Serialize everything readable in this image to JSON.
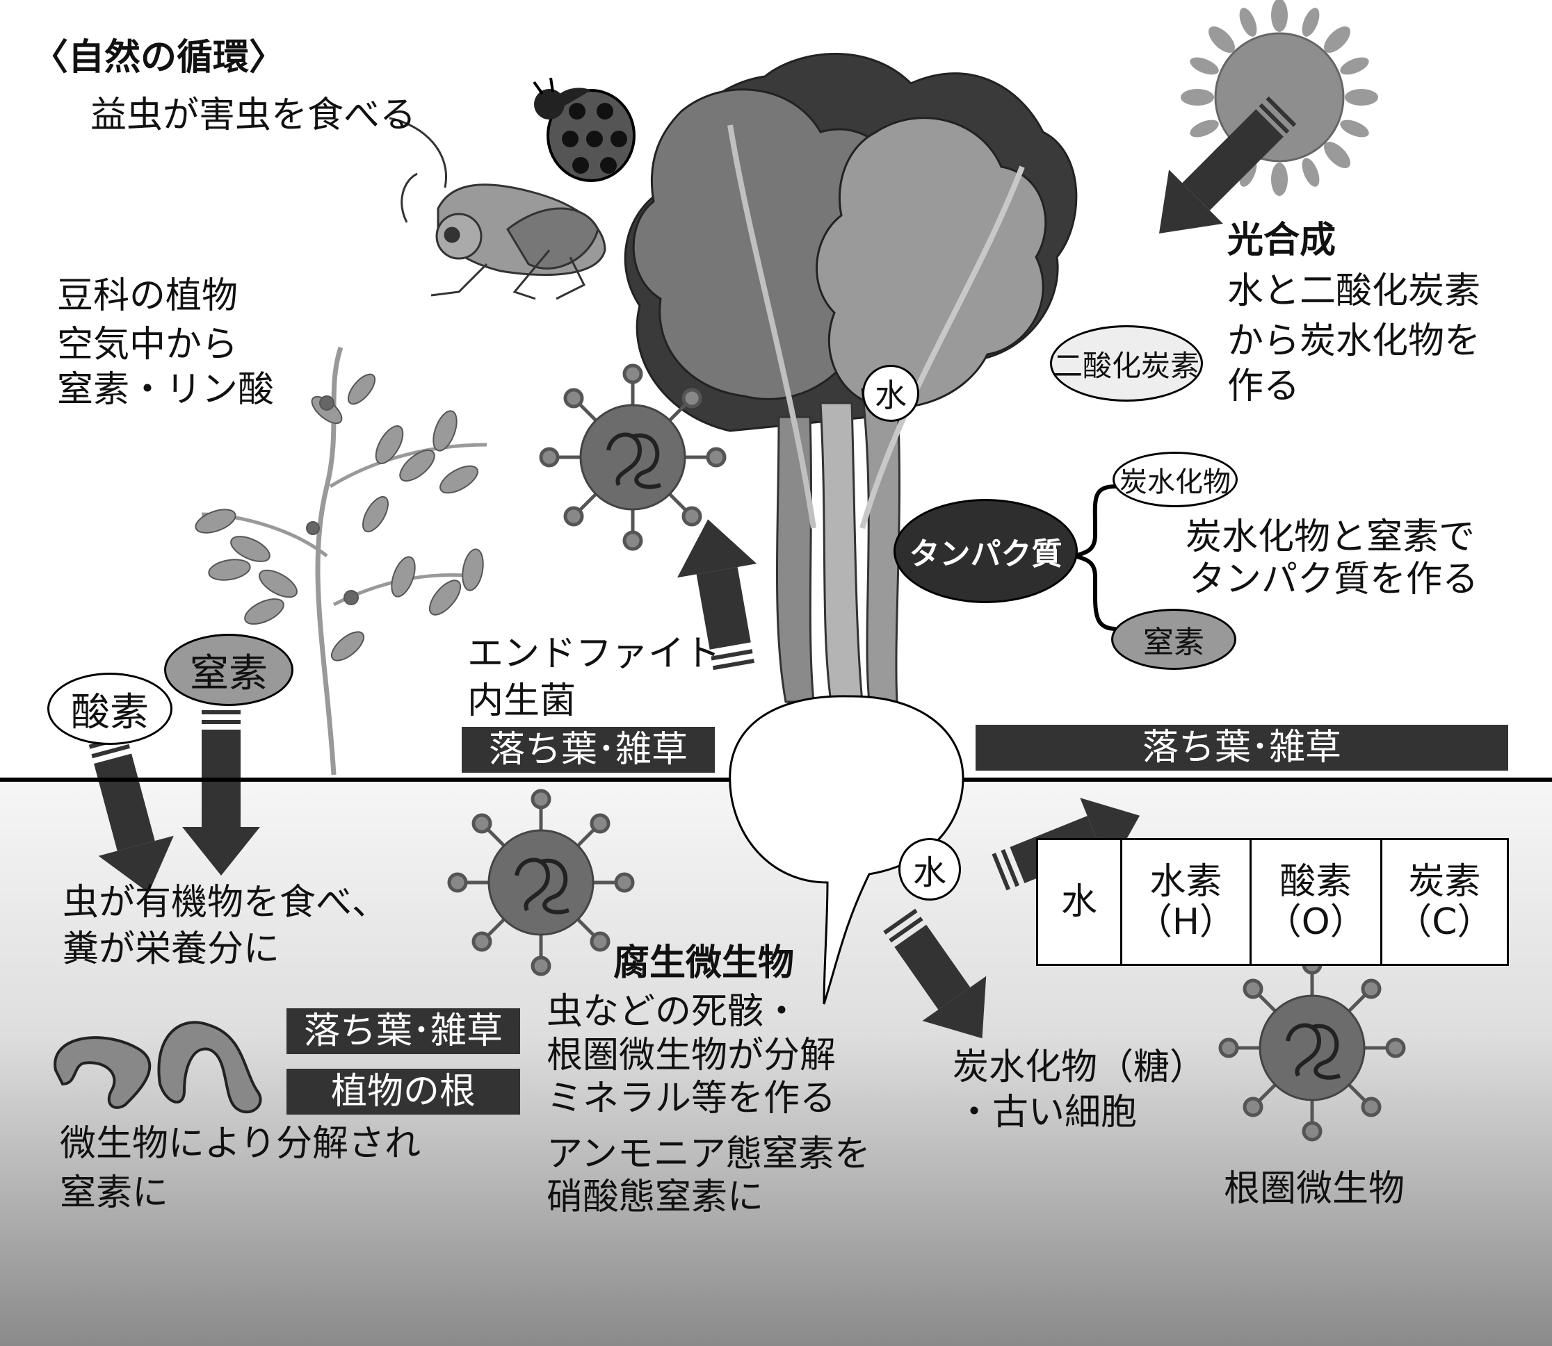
{
  "title": "〈自然の循環〉",
  "beneficial_insects": "益虫が害虫を食べる",
  "legume": {
    "line1": "豆科の植物",
    "line2": "空気中から",
    "line3": "窒素・リン酸"
  },
  "photosynthesis": {
    "heading": "光合成",
    "line1": "水と二酸化炭素",
    "line2": "から炭水化物を",
    "line3": "作る"
  },
  "labels": {
    "co2": "二酸化炭素",
    "water": "水",
    "carbohydrate": "炭水化物",
    "protein": "タンパク質",
    "nitrogen": "窒素",
    "oxygen": "酸素"
  },
  "protein_note": {
    "line1": "炭水化物と窒素で",
    "line2": "タンパク質を作る"
  },
  "endophyte": {
    "line1": "エンドファイト",
    "line2": "内生菌"
  },
  "litter_bar": "落ち葉･雑草",
  "roots_bar": "植物の根",
  "element_table": {
    "cells": [
      {
        "line1": "水",
        "line2": ""
      },
      {
        "line1": "水素",
        "line2": "（H）"
      },
      {
        "line1": "酸素",
        "line2": "（O）"
      },
      {
        "line1": "炭素",
        "line2": "（C）"
      }
    ]
  },
  "insects_eat": {
    "line1": "虫が有機物を食べ、",
    "line2": "糞が栄養分に"
  },
  "decomposition": {
    "line1": "微生物により分解され",
    "line2": "窒素に"
  },
  "saprophytes": {
    "heading": "腐生微生物",
    "line1": "虫などの死骸・",
    "line2": "根圏微生物が分解",
    "line3": "ミネラル等を作る",
    "line4": "アンモニア態窒素を",
    "line5": "硝酸態窒素に"
  },
  "root_exudate": {
    "line1": "炭水化物（糖）",
    "line2": "・古い細胞"
  },
  "rhizosphere": "根圏微生物",
  "colors": {
    "ground_top": "#f4f4f4",
    "ground_bottom": "#8a8a8a",
    "bar": "#333333",
    "arrow": "#333333",
    "microbe": "#6c6c6c",
    "sun": "#8e8e8e"
  }
}
